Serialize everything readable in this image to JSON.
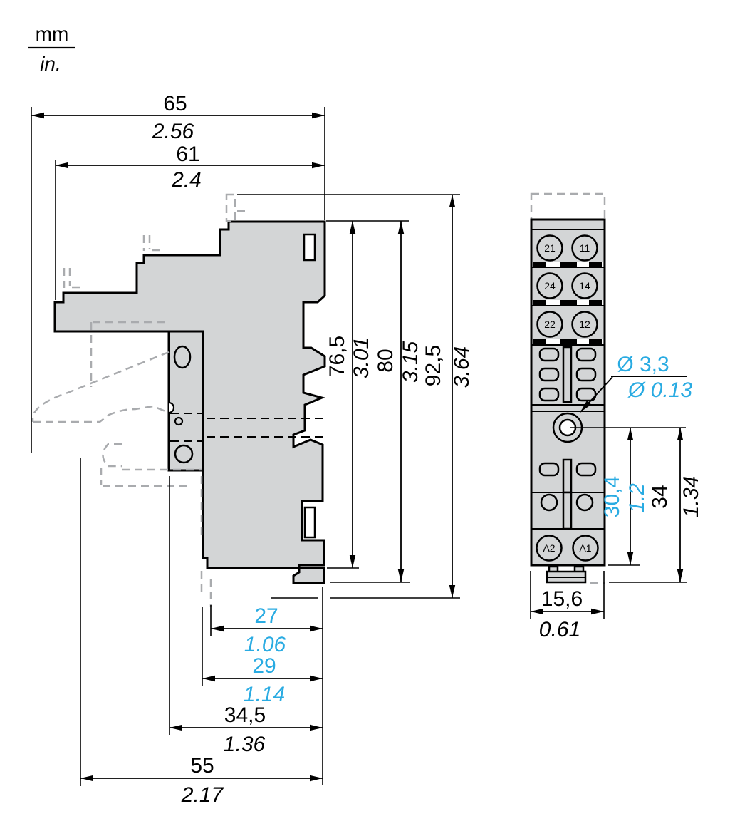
{
  "legend": {
    "numerator": "mm",
    "denominator": "in."
  },
  "colors": {
    "accent": "#29ABE2",
    "body_fill": "#D3D5D6",
    "outline": "#000000",
    "ghost_dash": "#A9ABAE"
  },
  "side_view": {
    "dim_width_overall": {
      "mm": "65",
      "in": "2.56"
    },
    "dim_width_body": {
      "mm": "61",
      "in": "2.4"
    },
    "dim_height_76": {
      "mm": "76,5",
      "in": "3.01"
    },
    "dim_height_80": {
      "mm": "80",
      "in": "3.15"
    },
    "dim_height_overall": {
      "mm": "92,5",
      "in": "3.64"
    },
    "dim_bottom_27": {
      "mm": "27",
      "in": "1.06"
    },
    "dim_bottom_29": {
      "mm": "29",
      "in": "1.14"
    },
    "dim_bottom_34_5": {
      "mm": "34,5",
      "in": "1.36"
    },
    "dim_bottom_55": {
      "mm": "55",
      "in": "2.17"
    }
  },
  "front_view": {
    "terminals": {
      "row1": [
        "21",
        "11"
      ],
      "row2": [
        "24",
        "14"
      ],
      "row3": [
        "22",
        "12"
      ],
      "coil": [
        "A2",
        "A1"
      ]
    },
    "dim_hole": {
      "mm": "Ø 3,3",
      "in": "Ø 0.13"
    },
    "dim_height_30_4": {
      "mm": "30,4",
      "in": "1.2"
    },
    "dim_height_34": {
      "mm": "34",
      "in": "1.34"
    },
    "dim_width_15_6": {
      "mm": "15,6",
      "in": "0.61"
    }
  }
}
